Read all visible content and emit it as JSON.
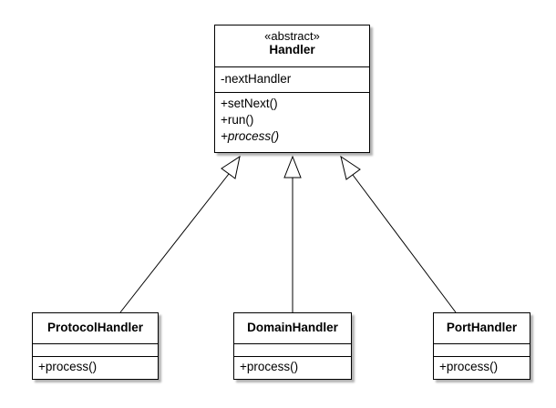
{
  "handler": {
    "stereotype": "«abstract»",
    "name": "Handler",
    "attributes": [
      "-nextHandler"
    ],
    "operations": [
      "+setNext()",
      "+run()",
      "+process()"
    ]
  },
  "subclasses": [
    {
      "name": "ProtocolHandler",
      "operations": [
        "+process()"
      ]
    },
    {
      "name": "DomainHandler",
      "operations": [
        "+process()"
      ]
    },
    {
      "name": "PortHandler",
      "operations": [
        "+process()"
      ]
    }
  ],
  "colors": {
    "line": "#000000",
    "fill": "#ffffff",
    "shadow": "#b3b3b3"
  }
}
